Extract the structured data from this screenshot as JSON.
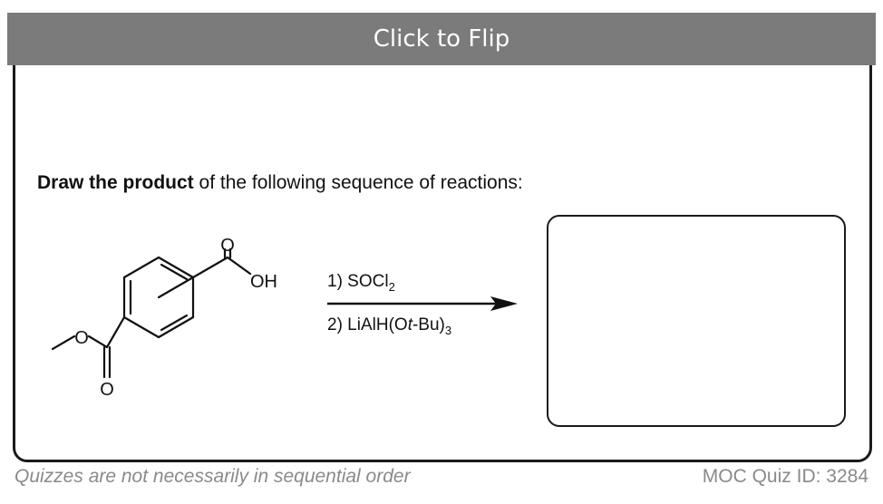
{
  "flip_bar": {
    "label": "Click to Flip"
  },
  "question": {
    "bold": "Draw the product",
    "rest": " of the following sequence of reactions:"
  },
  "molecule": {
    "carbonyl_o_top": "O",
    "oh": "OH",
    "ester_o": "O",
    "carbonyl_o_bottom": "O"
  },
  "reagents": {
    "step1_prefix": "1) SOCl",
    "step1_sub": "2",
    "step2_prefix": "2) LiAlH(O",
    "step2_italic": "t",
    "step2_mid": "-Bu)",
    "step2_sub": "3"
  },
  "footer": {
    "left": "Quizzes are not necessarily in sequential order",
    "right": "MOC Quiz ID: 3284"
  }
}
